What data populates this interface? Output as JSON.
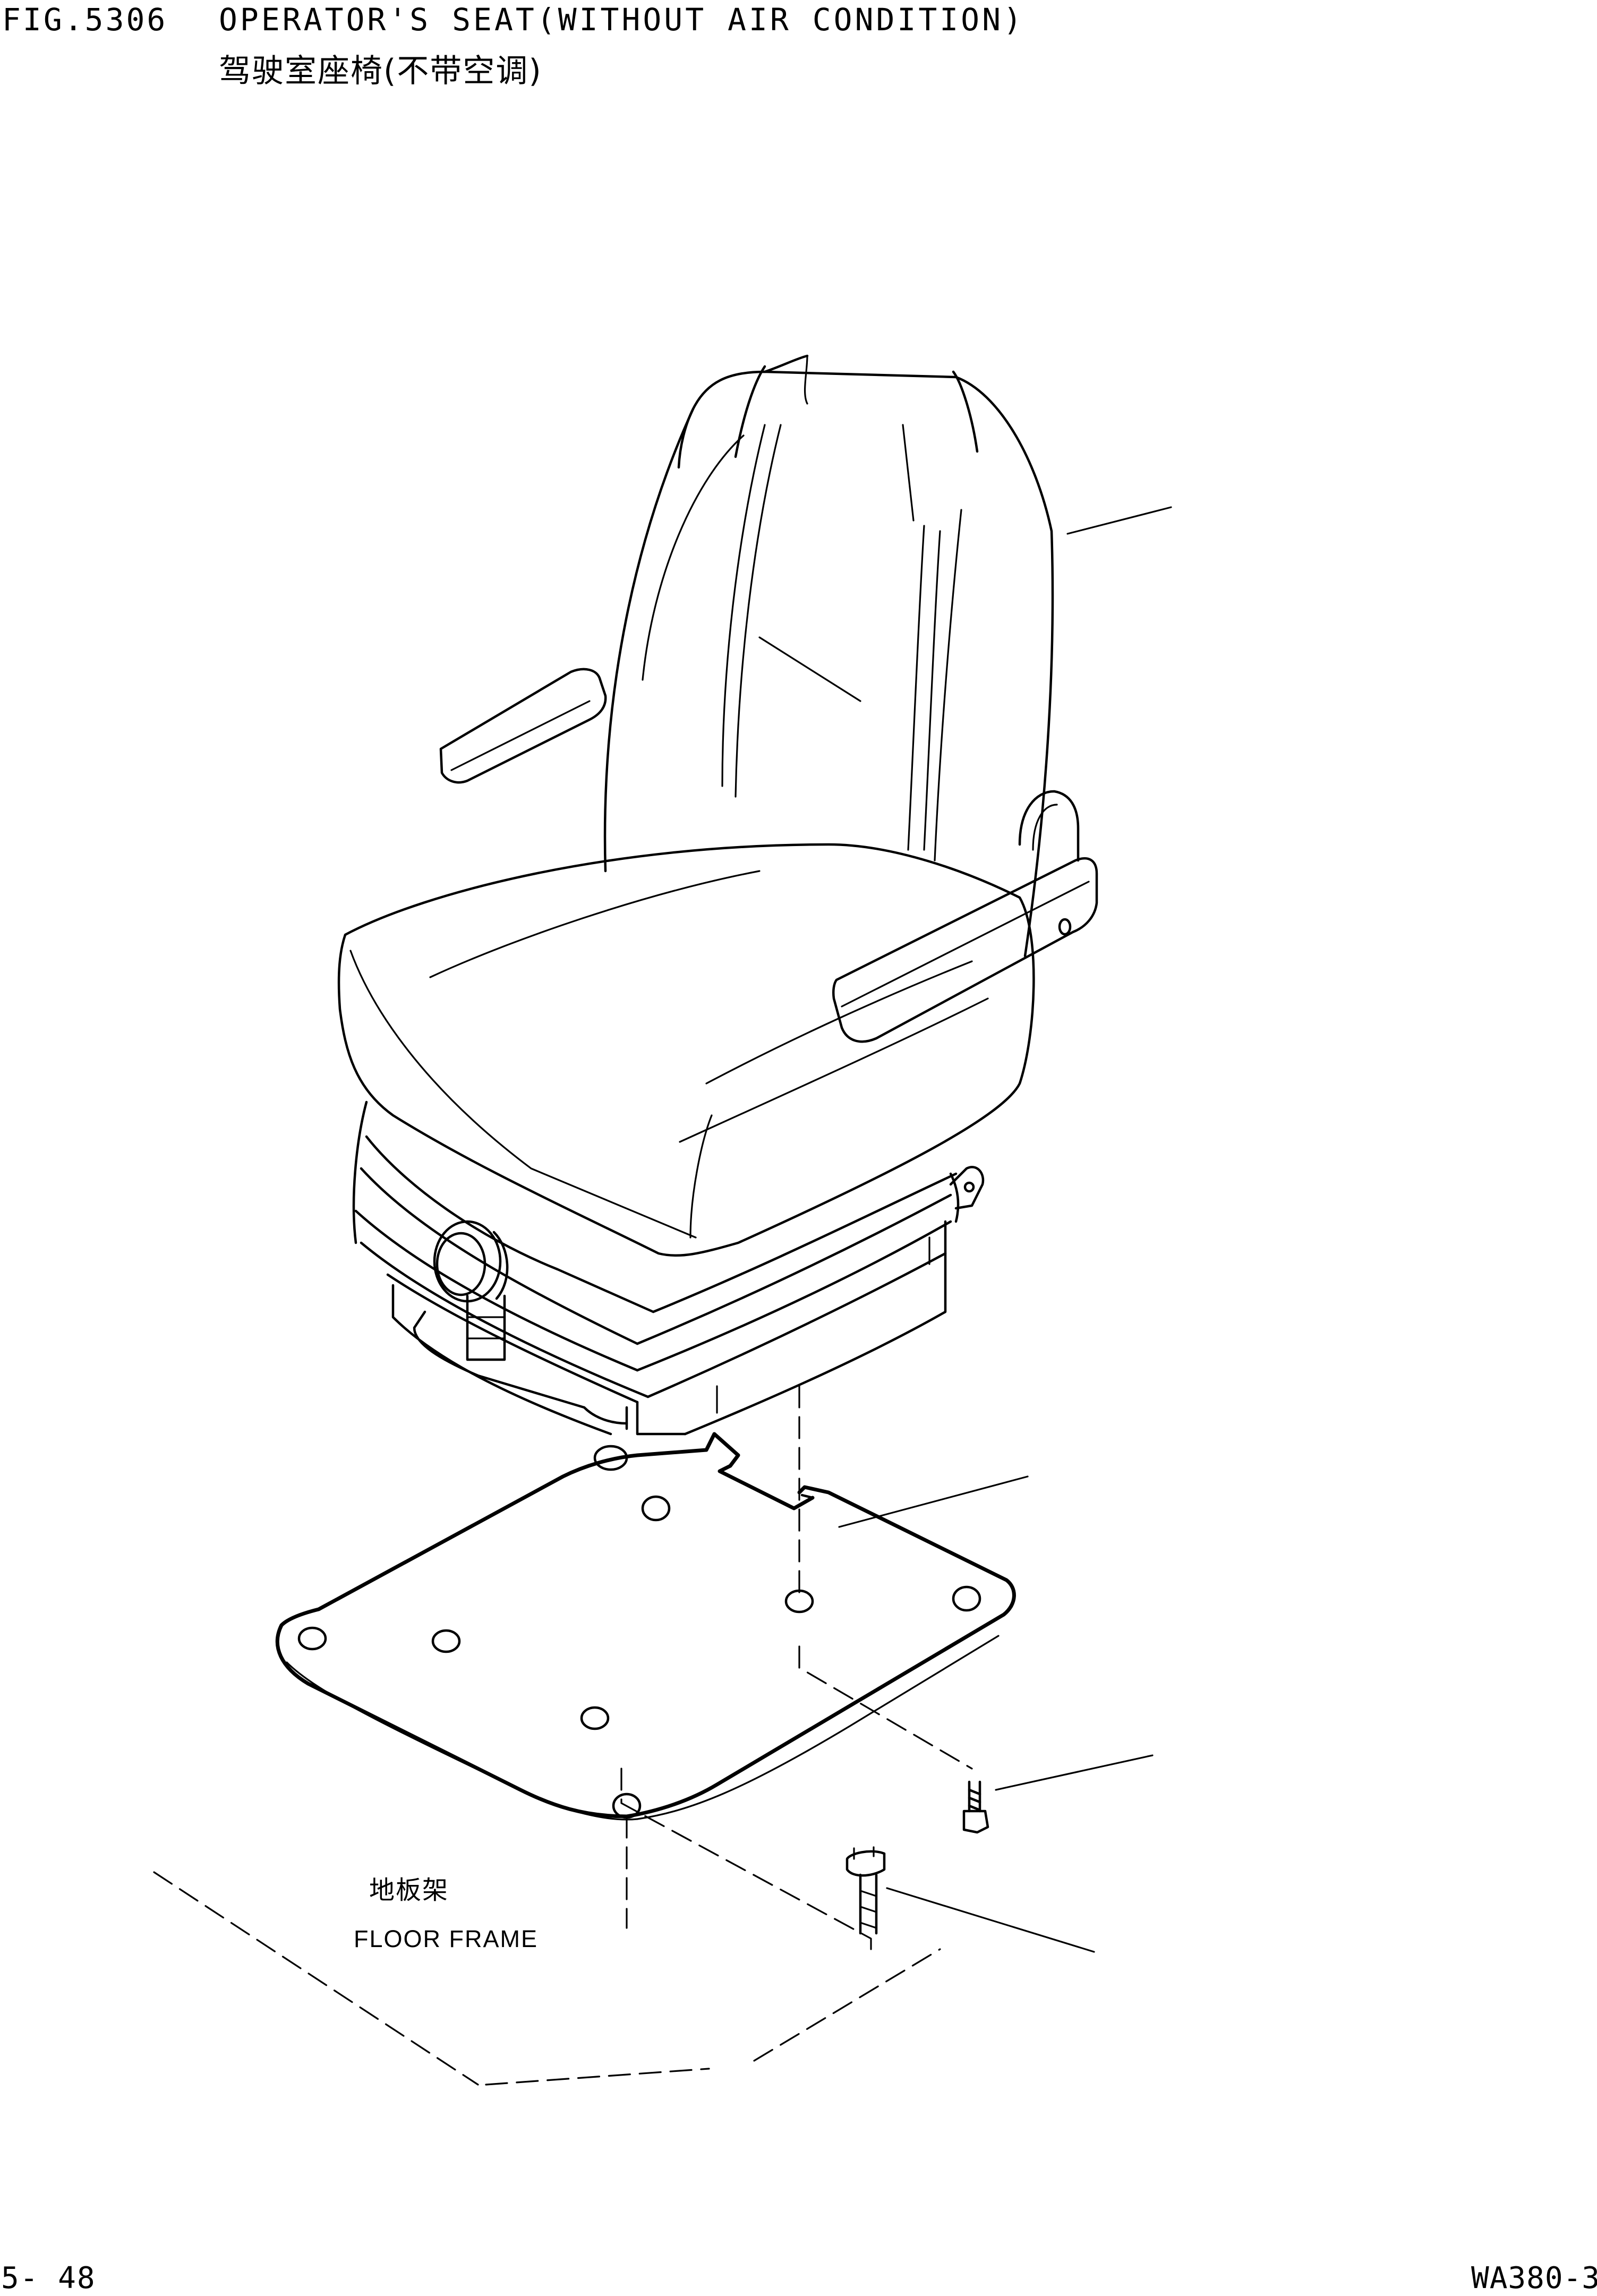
{
  "header": {
    "fig_number": "FIG.5306",
    "title_en": "OPERATOR'S SEAT(WITHOUT AIR CONDITION)",
    "title_cn": "驾驶室座椅(不带空调)"
  },
  "labels": {
    "floor_frame_cn": "地板架",
    "floor_frame_en": "FLOOR FRAME"
  },
  "footer": {
    "page_number": "5- 48",
    "model_code": "WA380-3"
  }
}
